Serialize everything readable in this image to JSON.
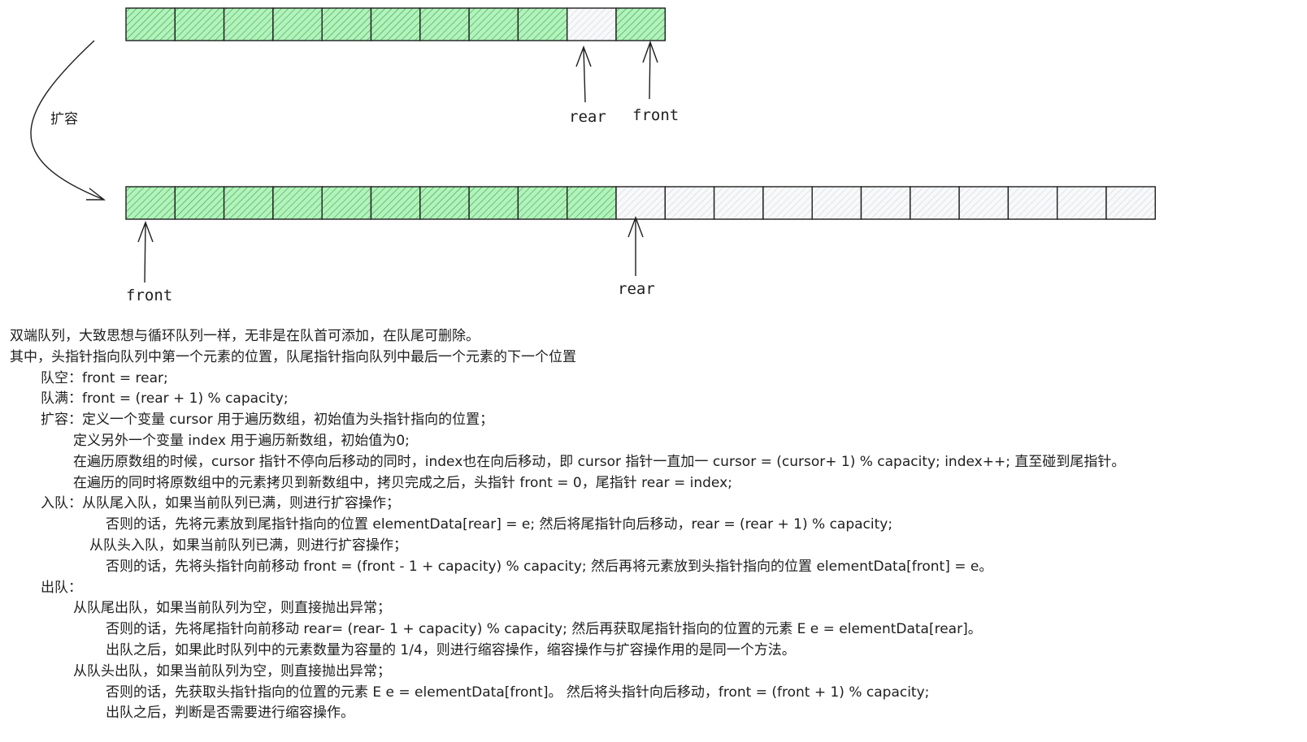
{
  "diagram": {
    "expand_label": "扩容",
    "top_array": {
      "cells": [
        "filled",
        "filled",
        "filled",
        "filled",
        "filled",
        "filled",
        "filled",
        "filled",
        "filled",
        "empty",
        "filled"
      ],
      "rear_label": "rear",
      "front_label": "front",
      "rear_cell": 9,
      "front_cell": 10
    },
    "bottom_array": {
      "cells": [
        "filled",
        "filled",
        "filled",
        "filled",
        "filled",
        "filled",
        "filled",
        "filled",
        "filled",
        "filled",
        "empty",
        "empty",
        "empty",
        "empty",
        "empty",
        "empty",
        "empty",
        "empty",
        "empty",
        "empty",
        "empty"
      ],
      "front_label": "front",
      "rear_label": "rear",
      "front_cell": 0,
      "rear_cell": 10
    },
    "colors": {
      "filled_fill": "#b2f2bb",
      "filled_hatch": "#2f9e44",
      "empty_fill": "#f8f9fa",
      "empty_hatch": "#ced4da",
      "stroke": "#1e1e1e"
    }
  },
  "notes": [
    {
      "indent": 0,
      "text": "双端队列，大致思想与循环队列一样，无非是在队首可添加，在队尾可删除。"
    },
    {
      "indent": 0,
      "text": "其中，头指针指向队列中第一个元素的位置，队尾指针指向队列中最后一个元素的下一个位置"
    },
    {
      "indent": 1,
      "text": "队空：front = rear;"
    },
    {
      "indent": 1,
      "text": "队满：front = (rear + 1) % capacity;"
    },
    {
      "indent": 1,
      "text": "扩容：定义一个变量 cursor 用于遍历数组，初始值为头指针指向的位置；"
    },
    {
      "indent": 2,
      "text": "定义另外一个变量 index 用于遍历新数组，初始值为0;"
    },
    {
      "indent": 2,
      "text": "在遍历原数组的时候，cursor 指针不停向后移动的同时，index也在向后移动，即 cursor 指针一直加一 cursor = (cursor+ 1) % capacity; index++; 直至碰到尾指针。"
    },
    {
      "indent": 2,
      "text": "在遍历的同时将原数组中的元素拷贝到新数组中，拷贝完成之后，头指针 front = 0，尾指针 rear = index;"
    },
    {
      "indent": 1,
      "text": "入队：从队尾入队，如果当前队列已满，则进行扩容操作；"
    },
    {
      "indent": 4,
      "text": "否则的话，先将元素放到尾指针指向的位置 elementData[rear] = e; 然后将尾指针向后移动，rear = (rear + 1) % capacity;"
    },
    {
      "indent": 3,
      "text": "从队头入队，如果当前队列已满，则进行扩容操作；"
    },
    {
      "indent": 4,
      "text": "否则的话，先将头指针向前移动 front = (front - 1 + capacity) % capacity; 然后再将元素放到头指针指向的位置 elementData[front] = e。"
    },
    {
      "indent": 1,
      "text": "出队："
    },
    {
      "indent": 2,
      "text": "从队尾出队，如果当前队列为空，则直接抛出异常；"
    },
    {
      "indent": 4,
      "text": "否则的话，先将尾指针向前移动 rear= (rear- 1 + capacity) % capacity; 然后再获取尾指针指向的位置的元素 E e = elementData[rear]。"
    },
    {
      "indent": 4,
      "text": "出队之后，如果此时队列中的元素数量为容量的 1/4，则进行缩容操作，缩容操作与扩容操作用的是同一个方法。"
    },
    {
      "indent": 2,
      "text": "从队头出队，如果当前队列为空，则直接抛出异常；"
    },
    {
      "indent": 4,
      "text": "否则的话，先获取头指针指向的位置的元素 E e = elementData[front]。 然后将头指针向后移动，front = (front + 1) % capacity;"
    },
    {
      "indent": 4,
      "text": "出队之后，判断是否需要进行缩容操作。"
    }
  ]
}
